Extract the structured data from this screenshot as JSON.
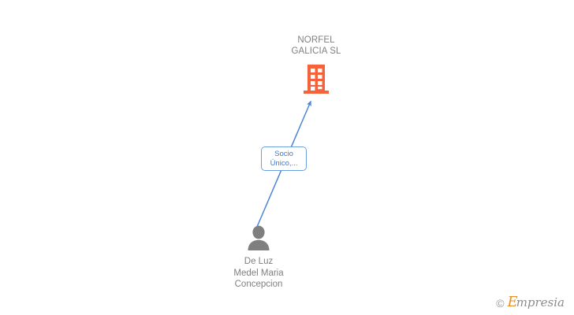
{
  "diagram": {
    "type": "ownership-relationship-graph",
    "background_color": "#ffffff",
    "company": {
      "name": "NORFEL\nGALICIA SL",
      "name_line_1": "NORFEL",
      "name_line_2": "GALICIA SL",
      "icon": "building-icon",
      "icon_color": "#F4633A",
      "text_color": "#808080"
    },
    "person": {
      "name": "De Luz\nMedel Maria\nConcepcion",
      "name_line_1": "De Luz",
      "name_line_2": "Medel Maria",
      "name_line_3": "Concepcion",
      "icon": "person-icon",
      "icon_color": "#7F7F7F",
      "text_color": "#808080"
    },
    "relation": {
      "label": "Socio\nÚnico,...",
      "label_line_1": "Socio",
      "label_line_2": "Único,...",
      "border_color": "#6AA0E0",
      "text_color": "#3C78D8",
      "edge_color": "#4A86D8",
      "direction": "person-to-company"
    },
    "watermark": {
      "copyright": "©",
      "brand_initial": "E",
      "brand_rest": "mpresia",
      "brand_color": "#E8922A",
      "text_color": "#8c8c8c"
    }
  }
}
